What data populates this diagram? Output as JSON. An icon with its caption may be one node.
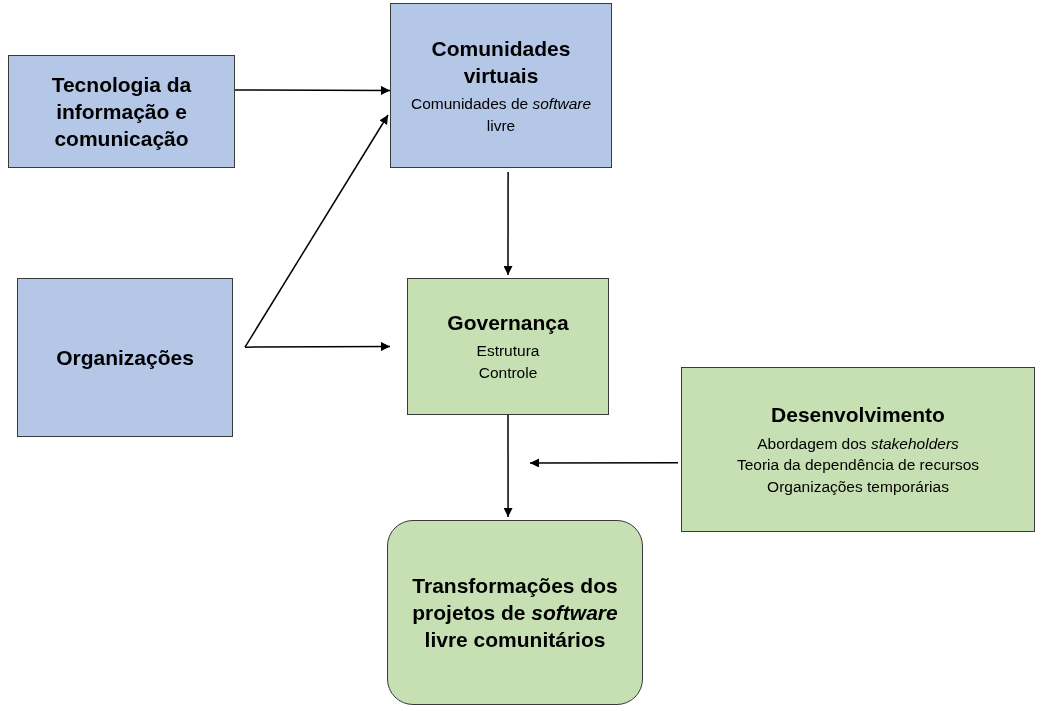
{
  "diagram": {
    "nodes": [
      {
        "text": [
          "Tecnologia da informação e comunicação"
        ]
      },
      {
        "text": [
          "Comunidades virtuais",
          "Comunidades de *software* livre"
        ]
      },
      {
        "text": [
          "Organizações"
        ]
      },
      {
        "text": [
          "Governança",
          "Estrutura",
          "Controle"
        ]
      },
      {
        "text": [
          "Desenvolvimento",
          "Abordagem dos *stakeholders*",
          "Teoria da dependência de recursos",
          "Organizações temporárias"
        ]
      },
      {
        "text": [
          "Transformações dos projetos de *software* livre comunitários"
        ]
      }
    ],
    "edges": [
      {
        "from": 0,
        "to": 1,
        "arrow": "to"
      },
      {
        "from": 2,
        "to": 1,
        "arrow": "to"
      },
      {
        "from": 2,
        "to": 3,
        "arrow": "to"
      },
      {
        "from": 1,
        "to": 3,
        "arrow": "to"
      },
      {
        "from": 3,
        "to": 5,
        "arrow": "to"
      },
      {
        "from": 4,
        "to": null,
        "arrow": "to"
      }
    ]
  }
}
